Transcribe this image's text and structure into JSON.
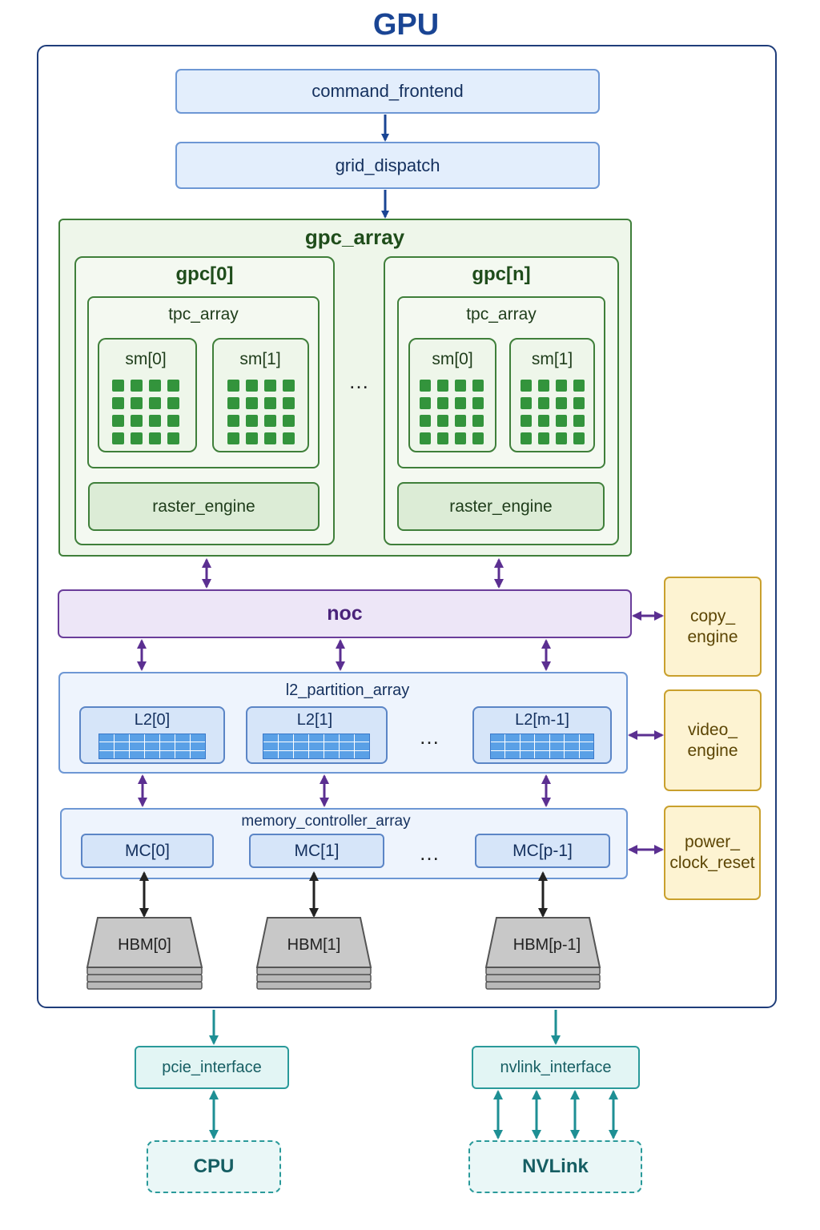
{
  "title": "GPU",
  "command_frontend": "command_frontend",
  "grid_dispatch": "grid_dispatch",
  "gpc_array": {
    "title": "gpc_array",
    "gpcs": [
      {
        "title": "gpc[0]",
        "tpc_array": "tpc_array",
        "sms": [
          "sm[0]",
          "sm[1]"
        ],
        "raster": "raster_engine"
      },
      {
        "title": "gpc[n]",
        "tpc_array": "tpc_array",
        "sms": [
          "sm[0]",
          "sm[1]"
        ],
        "raster": "raster_engine"
      }
    ],
    "ellipsis": "…"
  },
  "noc": "noc",
  "l2_partition_array": {
    "title": "l2_partition_array",
    "partitions": [
      "L2[0]",
      "L2[1]",
      "L2[m-1]"
    ],
    "ellipsis": "…"
  },
  "memory_controller_array": {
    "title": "memory_controller_array",
    "controllers": [
      "MC[0]",
      "MC[1]",
      "MC[p-1]"
    ],
    "ellipsis": "…"
  },
  "hbm": [
    "HBM[0]",
    "HBM[1]",
    "HBM[p-1]"
  ],
  "side_engines": {
    "copy": {
      "line1": "copy_",
      "line2": "engine"
    },
    "video": {
      "line1": "video_",
      "line2": "engine"
    },
    "power": {
      "line1": "power_",
      "line2": "clock_reset"
    }
  },
  "interfaces": {
    "pcie": "pcie_interface",
    "nvlink": "nvlink_interface"
  },
  "external": {
    "cpu": "CPU",
    "nvlink": "NVLink"
  },
  "colors": {
    "control_blue": "#1a4594",
    "compute_green": "#3f7f3a",
    "noc_purple": "#6a3d9a",
    "engine_gold": "#c9a02d",
    "io_teal": "#2a9a9a"
  }
}
